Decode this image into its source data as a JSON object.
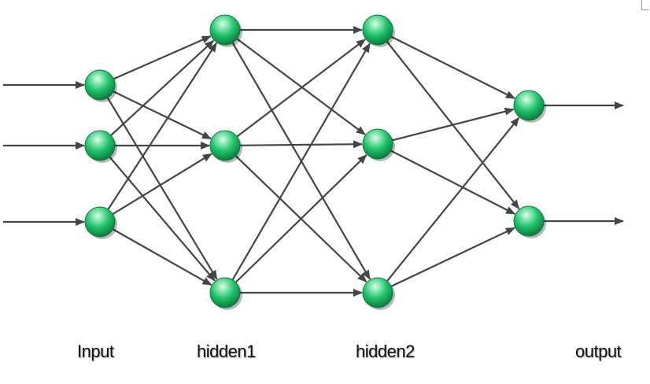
{
  "colors": {
    "node_fill": "#1fc46a",
    "node_highlight": "#d8ffe6",
    "node_shadow": "#0e7a3d",
    "edge": "#454545"
  },
  "layers": [
    {
      "label": "Input",
      "node_count": 3
    },
    {
      "label": "hidden1",
      "node_count": 3
    },
    {
      "label": "hidden2",
      "node_count": 3
    },
    {
      "label": "output",
      "node_count": 2
    }
  ],
  "connections": "fully-connected",
  "input_arrows": 3,
  "output_arrows": 2
}
